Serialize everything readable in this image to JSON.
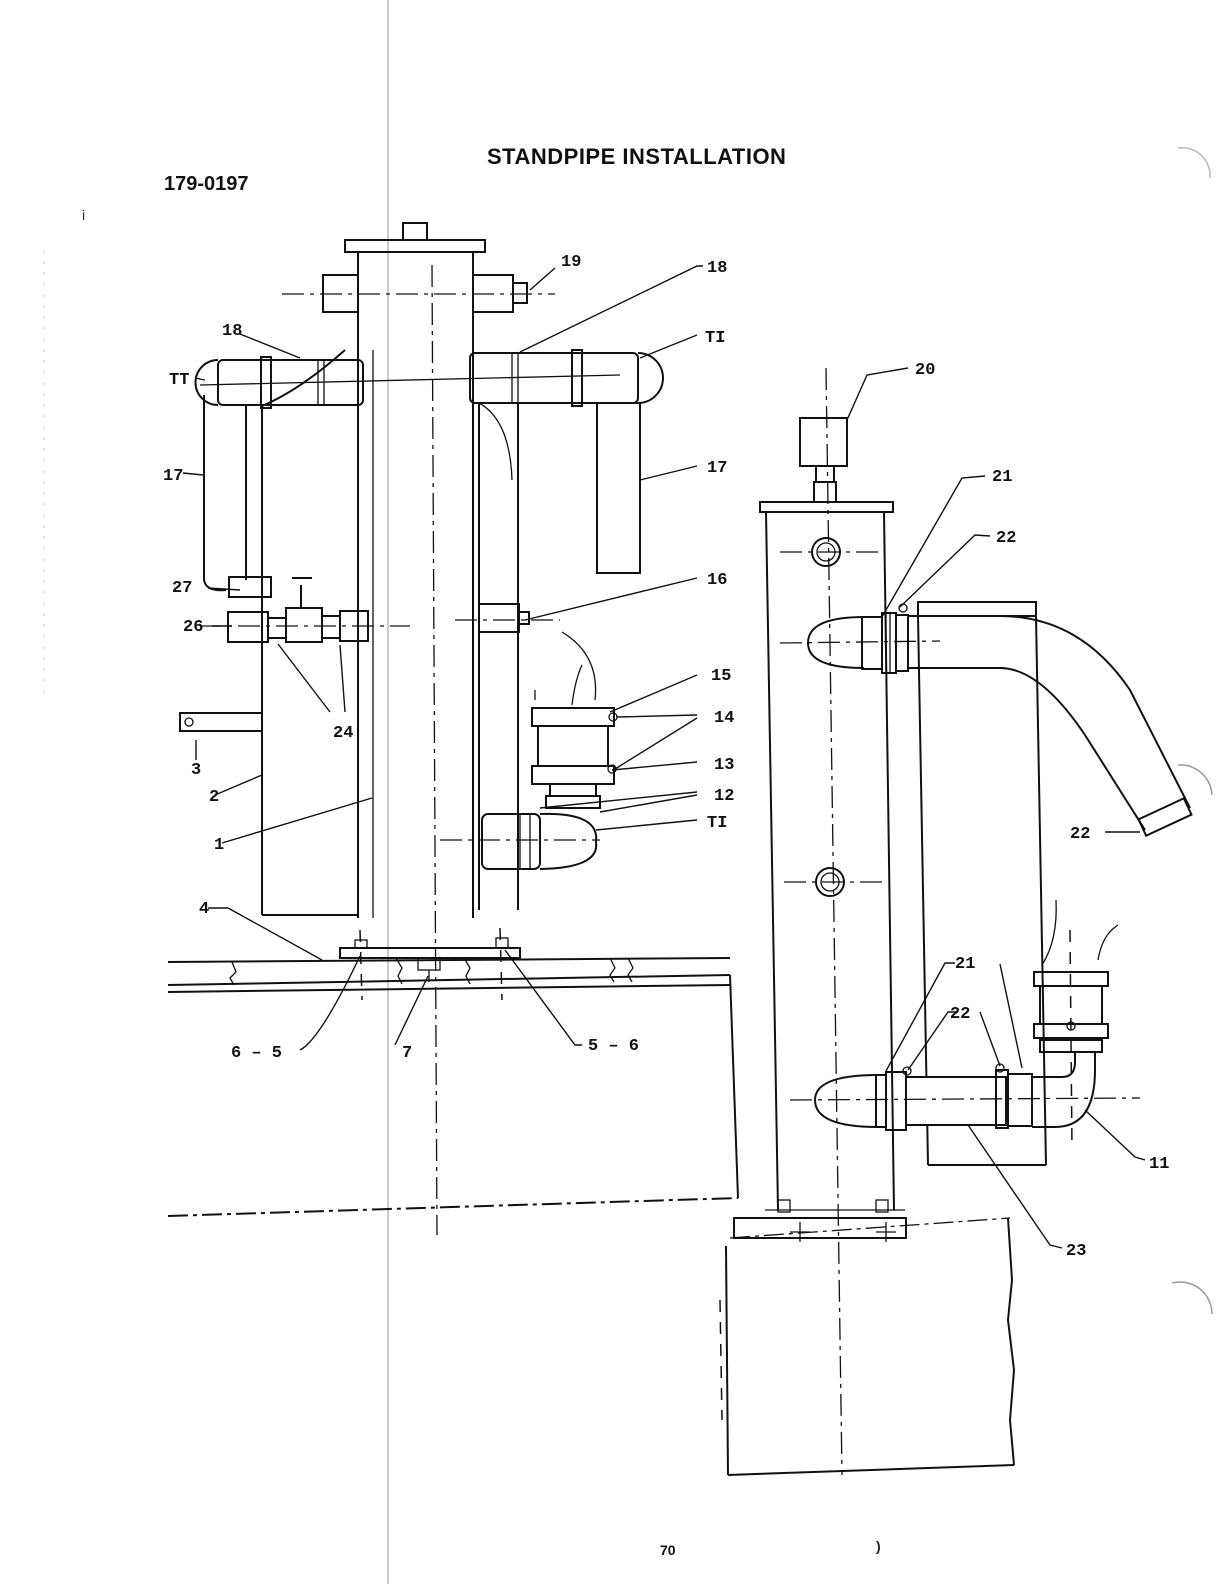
{
  "header": {
    "title": "STANDPIPE INSTALLATION",
    "doc_number": "179-0197"
  },
  "footer": {
    "page_number": "70",
    "mark": ")"
  },
  "stray_marks": [
    "i"
  ],
  "callouts": {
    "left_view": [
      "19",
      "18",
      "18",
      "TT",
      "TI",
      "17",
      "17",
      "16",
      "27",
      "26",
      "24",
      "15",
      "14",
      "13",
      "12",
      "TI",
      "3",
      "2",
      "1",
      "4",
      "6 – 5",
      "7",
      "5 – 6"
    ],
    "right_view": [
      "20",
      "21",
      "22",
      "22",
      "21",
      "22",
      "11",
      "23"
    ]
  }
}
